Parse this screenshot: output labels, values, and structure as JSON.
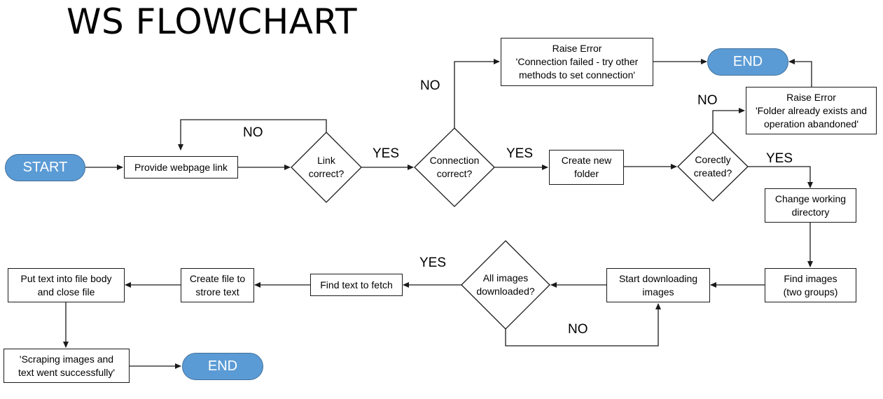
{
  "title": "WS FLOWCHART",
  "nodes": {
    "start": "START",
    "provide_link": "Provide webpage link",
    "link_correct": "Link\ncorrect?",
    "connection_correct": "Connection\ncorrect?",
    "raise_error_connection": "Raise Error\n'Connection failed - try other\nmethods to set connection'",
    "end_top": "END",
    "create_folder": "Create new\nfolder",
    "correctly_created": "Corectly\ncreated?",
    "raise_error_folder": "Raise Error\n'Folder already exists and\noperation abandoned'",
    "change_dir": "Change working\ndirectory",
    "find_images": "Find images\n(two groups)",
    "start_downloading": "Start downloading\nimages",
    "all_downloaded": "All images\ndownloaded?",
    "find_text": "Find text to fetch",
    "create_file": "Create file to\nstrore text",
    "put_text": "Put text into file body\nand close file",
    "success": "'Scraping images and\ntext went successfully'",
    "end_bottom": "END"
  },
  "edge_labels": {
    "link_no": "NO",
    "link_yes": "YES",
    "conn_no": "NO",
    "conn_yes": "YES",
    "created_no": "NO",
    "created_yes": "YES",
    "downloaded_yes": "YES",
    "downloaded_no": "NO"
  },
  "colors": {
    "terminal_fill": "#5b9bd5",
    "terminal_border": "#41719c",
    "line": "#1a1a1a"
  }
}
